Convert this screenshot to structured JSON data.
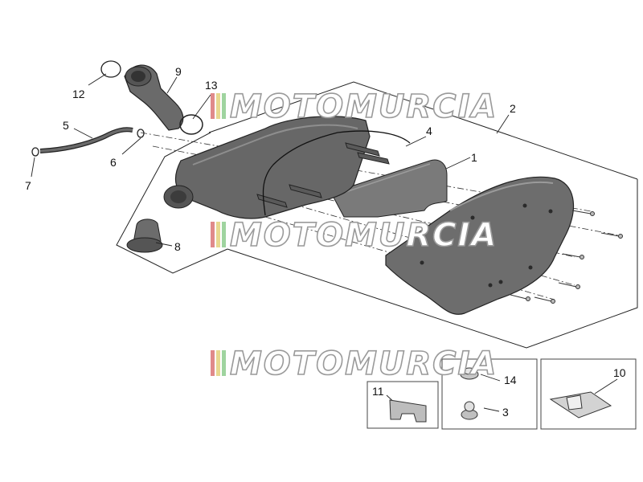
{
  "watermark": {
    "text": "MOTOMURCIA",
    "stripe_colors": [
      "#e08a8a",
      "#e8d890",
      "#9fd49f"
    ]
  },
  "colors": {
    "part_fill": "#6b6b6b",
    "part_dark": "#4a4a4a",
    "part_light": "#8a8a8a",
    "line": "#222222"
  },
  "callouts": [
    {
      "label": "1"
    },
    {
      "label": "2"
    },
    {
      "label": "3"
    },
    {
      "label": "4"
    },
    {
      "label": "5"
    },
    {
      "label": "6"
    },
    {
      "label": "7"
    },
    {
      "label": "8"
    },
    {
      "label": "9"
    },
    {
      "label": "10"
    },
    {
      "label": "11"
    },
    {
      "label": "12"
    },
    {
      "label": "13"
    },
    {
      "label": "14"
    }
  ]
}
